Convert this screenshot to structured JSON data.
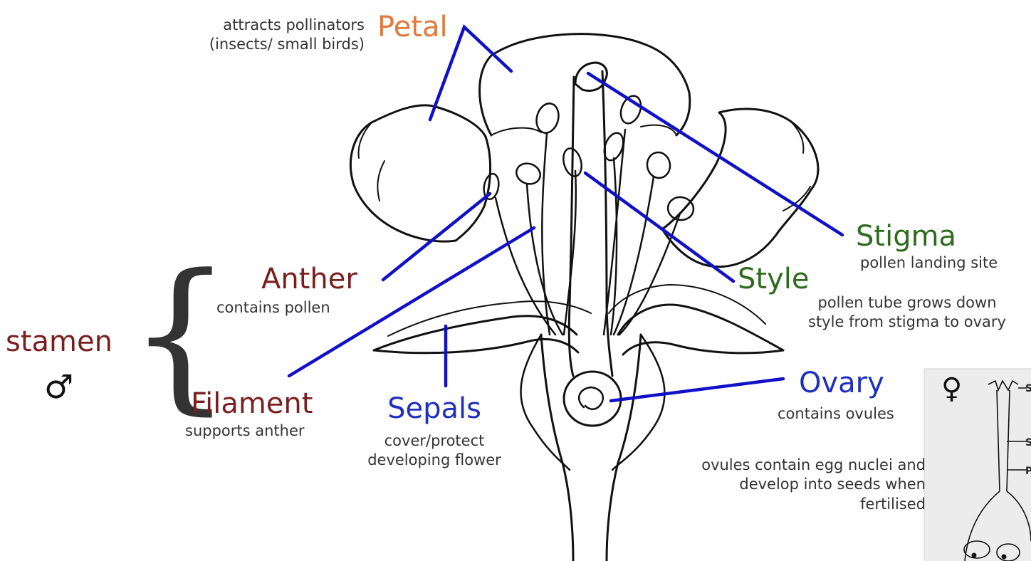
{
  "labels": {
    "petal": {
      "title": "Petal",
      "desc_1": "attracts pollinators",
      "desc_2": "(insects/ small birds)"
    },
    "stigma": {
      "title": "Stigma",
      "desc": "pollen landing site"
    },
    "anther": {
      "title": "Anther",
      "desc": "contains pollen"
    },
    "style": {
      "title": "Style",
      "desc_1": "pollen tube grows down",
      "desc_2": "style from stigma to ovary"
    },
    "stamen": {
      "title": "stamen",
      "symbol": "♂"
    },
    "filament": {
      "title": "Filament",
      "desc": "supports anther"
    },
    "sepals": {
      "title": "Sepals",
      "desc_1": "cover/protect",
      "desc_2": "developing flower"
    },
    "ovary": {
      "title": "Ovary",
      "desc": "contains ovules"
    },
    "ovules_note": {
      "line_1": "ovules contain egg nuclei and",
      "line_2": "develop into seeds when",
      "line_3": "fertilised"
    },
    "female": {
      "symbol": "♀"
    }
  },
  "inset": {
    "labels": [
      "S",
      "S",
      "P"
    ]
  },
  "colors": {
    "petal": "#e07a3a",
    "stigma": "#2e6b1e",
    "style": "#2e6b1e",
    "anther": "#7a1f1f",
    "stamen": "#7a1f1f",
    "filament": "#7a1f1f",
    "sepals": "#1f2fbf",
    "ovary": "#1f2fbf",
    "pointer_line": "#1010c8"
  }
}
